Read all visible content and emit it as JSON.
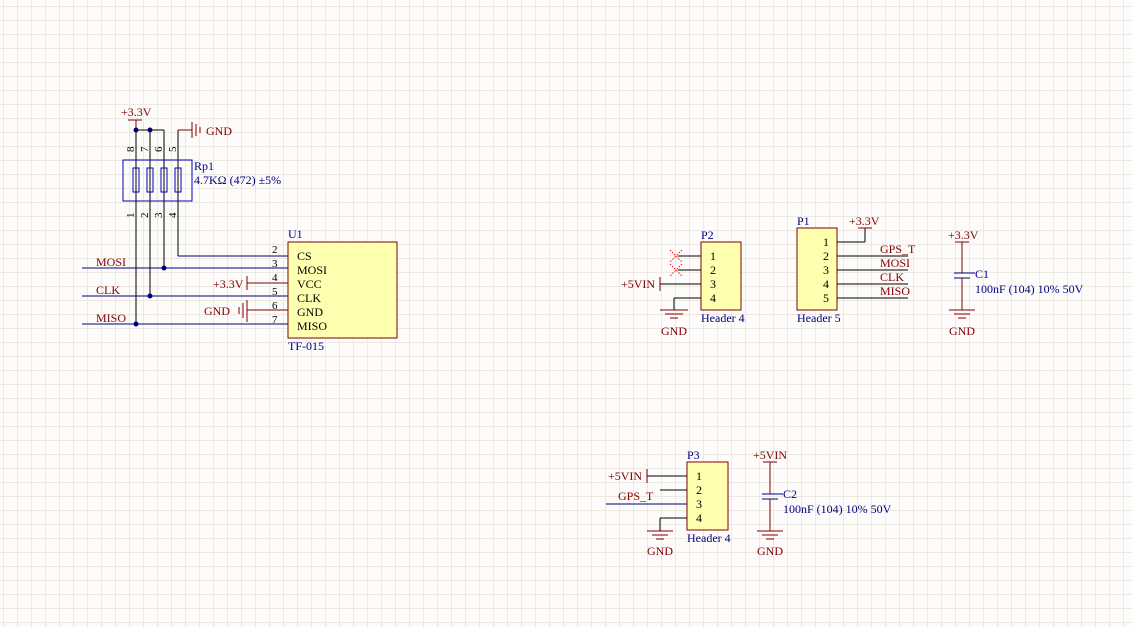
{
  "components": {
    "rp1": {
      "designator": "Rp1",
      "value": "4.7KΩ (472) ±5%",
      "top_pins": [
        "8",
        "7",
        "6",
        "5"
      ],
      "bottom_pins": [
        "1",
        "2",
        "3",
        "4"
      ],
      "power": "+3.3V",
      "ground": "GND"
    },
    "u1": {
      "designator": "U1",
      "comment": "TF-015",
      "pins": [
        {
          "num": "2",
          "name": "CS"
        },
        {
          "num": "3",
          "name": "MOSI"
        },
        {
          "num": "4",
          "name": "VCC"
        },
        {
          "num": "5",
          "name": "CLK"
        },
        {
          "num": "6",
          "name": "GND"
        },
        {
          "num": "7",
          "name": "MISO"
        }
      ],
      "power": "+3.3V",
      "ground": "GND"
    },
    "p2": {
      "designator": "P2",
      "comment": "Header 4",
      "pins": [
        "1",
        "2",
        "3",
        "4"
      ],
      "power": "+5VIN",
      "ground": "GND"
    },
    "p1": {
      "designator": "P1",
      "comment": "Header 5",
      "pins": [
        "1",
        "2",
        "3",
        "4",
        "5"
      ],
      "power": "+3.3V",
      "nets": [
        "GPS_T",
        "MOSI",
        "CLK",
        "MISO"
      ]
    },
    "c1": {
      "designator": "C1",
      "value": "100nF (104) 10% 50V",
      "power": "+3.3V",
      "ground": "GND"
    },
    "p3": {
      "designator": "P3",
      "comment": "Header 4",
      "pins": [
        "1",
        "2",
        "3",
        "4"
      ],
      "power": "+5VIN",
      "net": "GPS_T",
      "ground": "GND"
    },
    "c2": {
      "designator": "C2",
      "value": "100nF (104) 10% 50V",
      "power": "+5VIN",
      "ground": "GND"
    }
  },
  "net_labels": {
    "mosi": "MOSI",
    "clk": "CLK",
    "miso": "MISO"
  },
  "colors": {
    "wire": "#000080",
    "net_label": "#800000",
    "designator": "#000080",
    "component_body": "#ffffb0",
    "component_border": "#800000"
  }
}
